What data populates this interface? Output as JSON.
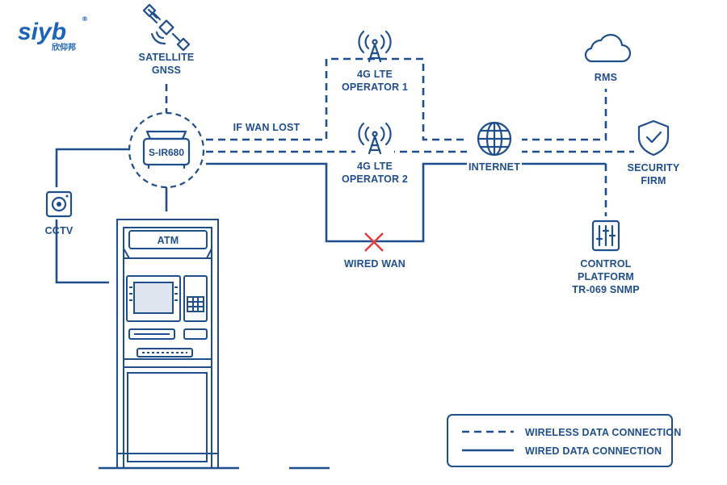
{
  "logo": {
    "text": "siyb",
    "sub": "欣仰邦",
    "registered": "®"
  },
  "nodes": {
    "satellite": {
      "line1": "SATELLITE",
      "line2": "GNSS",
      "icon": "satellite-icon"
    },
    "router": {
      "label": "S-IR680",
      "icon": "router-icon"
    },
    "lte1": {
      "line1": "4G LTE",
      "line2": "OPERATOR 1",
      "icon": "cell-tower-icon"
    },
    "lte2": {
      "line1": "4G LTE",
      "line2": "OPERATOR 2",
      "icon": "cell-tower-icon"
    },
    "internet": {
      "label": "INTERNET",
      "icon": "globe-icon"
    },
    "rms": {
      "label": "RMS",
      "icon": "cloud-icon"
    },
    "security": {
      "line1": "SECURITY",
      "line2": "FIRM",
      "icon": "shield-check-icon"
    },
    "control": {
      "line1": "CONTROL",
      "line2": "PLATFORM",
      "line3": "TR-069 SNMP",
      "icon": "sliders-icon"
    },
    "cctv": {
      "label": "CCTV",
      "icon": "camera-icon"
    },
    "atm": {
      "label": "ATM"
    }
  },
  "edges": {
    "if_wan_lost": "IF WAN LOST",
    "wired_wan": "WIRED WAN",
    "wired_wan_status": "broken-x-icon"
  },
  "legend": {
    "wireless": "WIRELESS DATA CONNECTION",
    "wired": "WIRED DATA CONNECTION"
  },
  "colors": {
    "primary": "#1f4e8c",
    "logo": "#1a63b8",
    "broken": "#e23b3b"
  }
}
